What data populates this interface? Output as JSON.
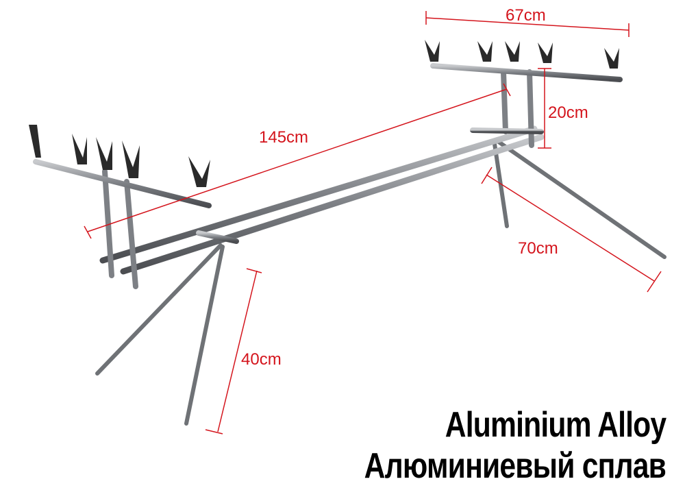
{
  "dimensions": {
    "width_rests": "67cm",
    "height_posts": "20cm",
    "length": "145cm",
    "leg_back": "70cm",
    "leg_front": "40cm"
  },
  "caption": {
    "line1": "Aluminium Alloy",
    "line2": "Алюминиевый сплав"
  },
  "colors": {
    "dimension": "#d4141c",
    "metal": "#8a8c90",
    "rest": "#2a2a2a"
  }
}
